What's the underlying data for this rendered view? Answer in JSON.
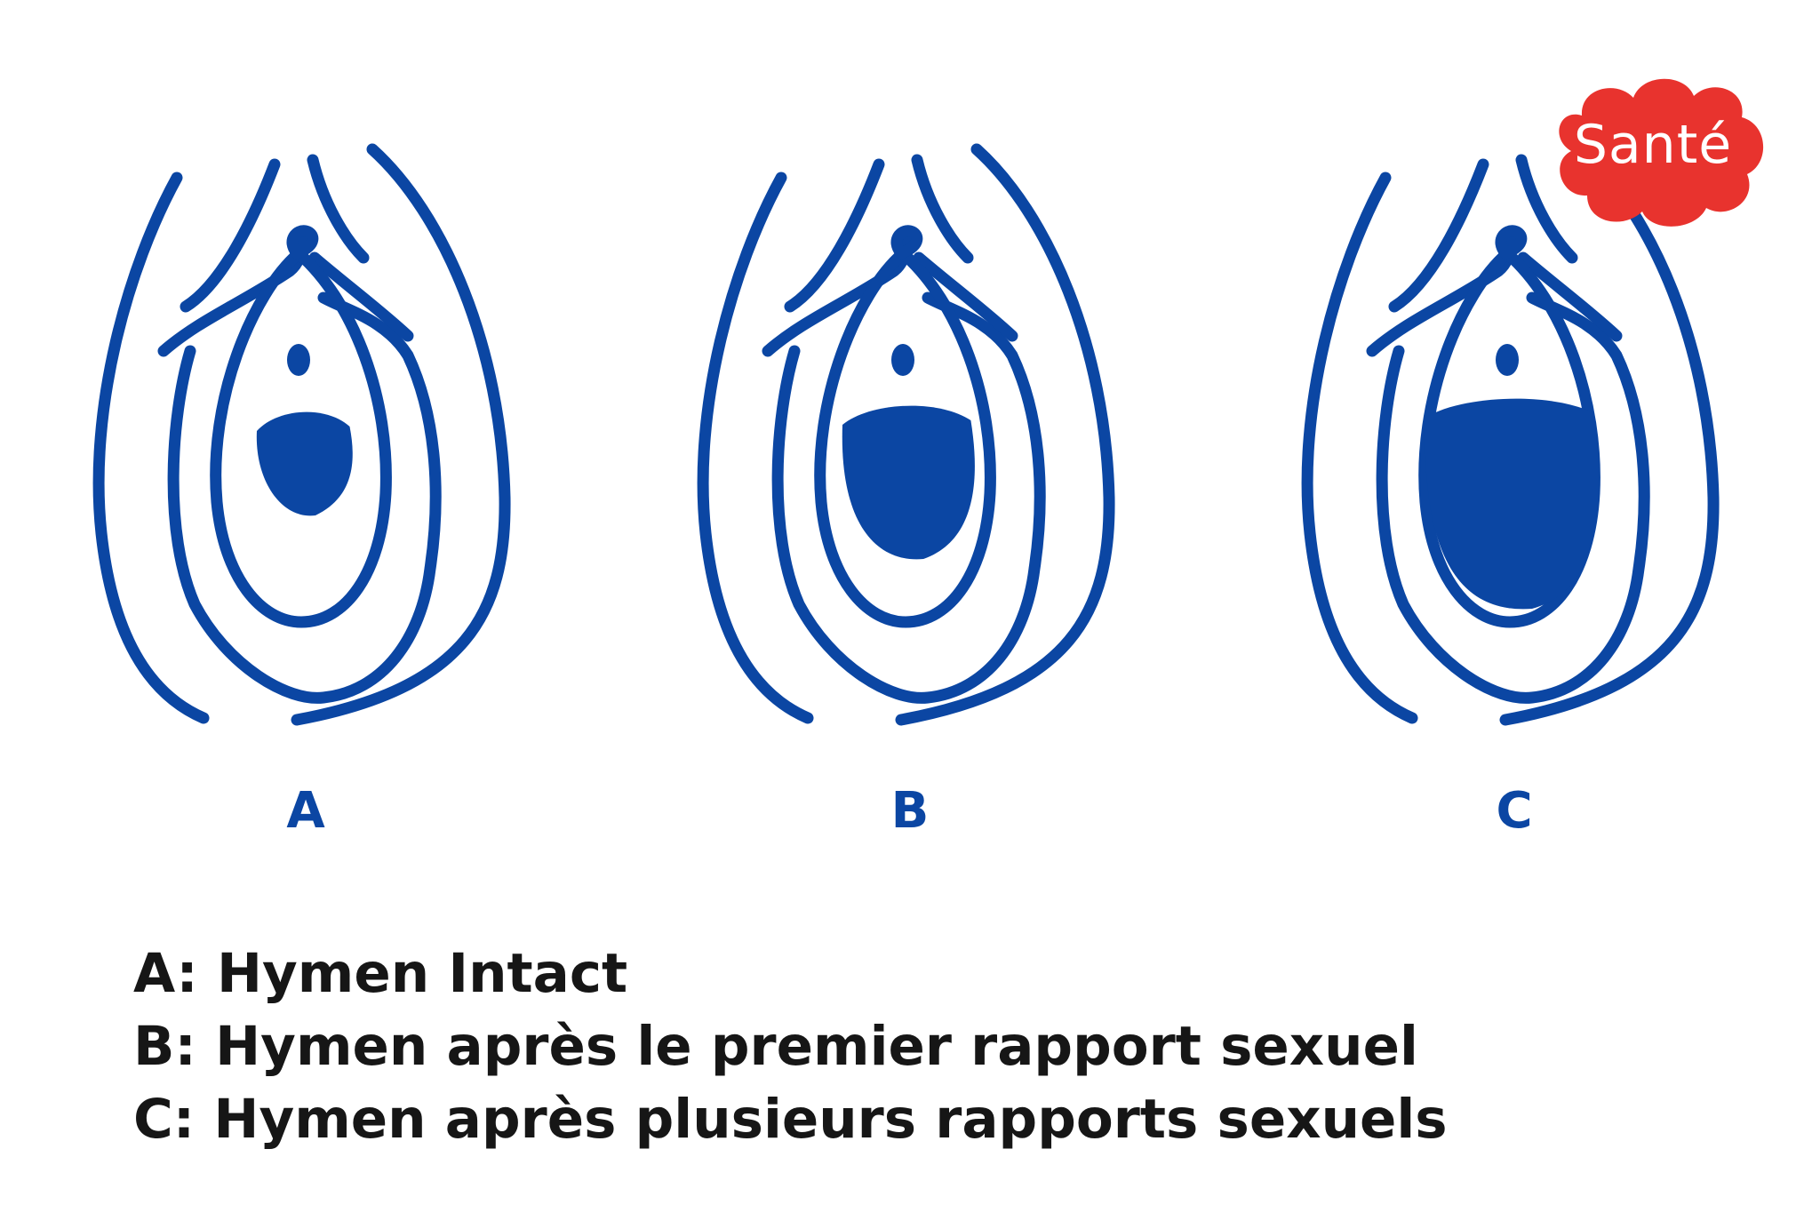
{
  "figures": [
    {
      "label": "A",
      "opening_level": 0.25
    },
    {
      "label": "B",
      "opening_level": 0.6
    },
    {
      "label": "C",
      "opening_level": 1.0
    }
  ],
  "legend": [
    "A: Hymen Intact",
    "B: Hymen après le premier rapport sexuel",
    "C: Hymen après plusieurs rapports sexuels"
  ],
  "badge": {
    "text": "Santé"
  },
  "colors": {
    "drawing": "#0b46a3",
    "badge_bg": "#e8332e",
    "badge_text": "#ffffff",
    "legend_text": "#161616"
  }
}
